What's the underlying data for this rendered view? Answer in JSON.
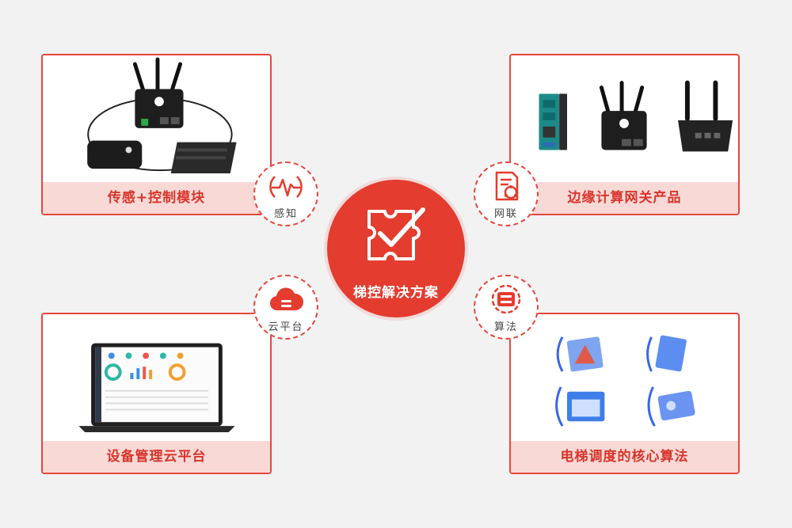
{
  "hub": {
    "label": "梯控解决方案",
    "icon": "puzzle-check-icon"
  },
  "panels": {
    "top_left": {
      "caption": "传感+控制模块"
    },
    "top_right": {
      "caption": "边缘计算网关产品"
    },
    "bottom_left": {
      "caption": "设备管理云平台"
    },
    "bottom_right": {
      "caption": "电梯调度的核心算法"
    }
  },
  "nodes": {
    "top_left": {
      "label": "感知",
      "icon": "pulse-sensor-icon"
    },
    "top_right": {
      "label": "网联",
      "icon": "document-network-icon"
    },
    "bottom_left": {
      "label": "云平台",
      "icon": "cloud-icon"
    },
    "bottom_right": {
      "label": "算法",
      "icon": "chip-icon"
    }
  },
  "colors": {
    "accent": "#e43c2f",
    "caption_bg": "#f9d9d6",
    "caption_text": "#d8352b",
    "background": "#f2f2f2"
  }
}
